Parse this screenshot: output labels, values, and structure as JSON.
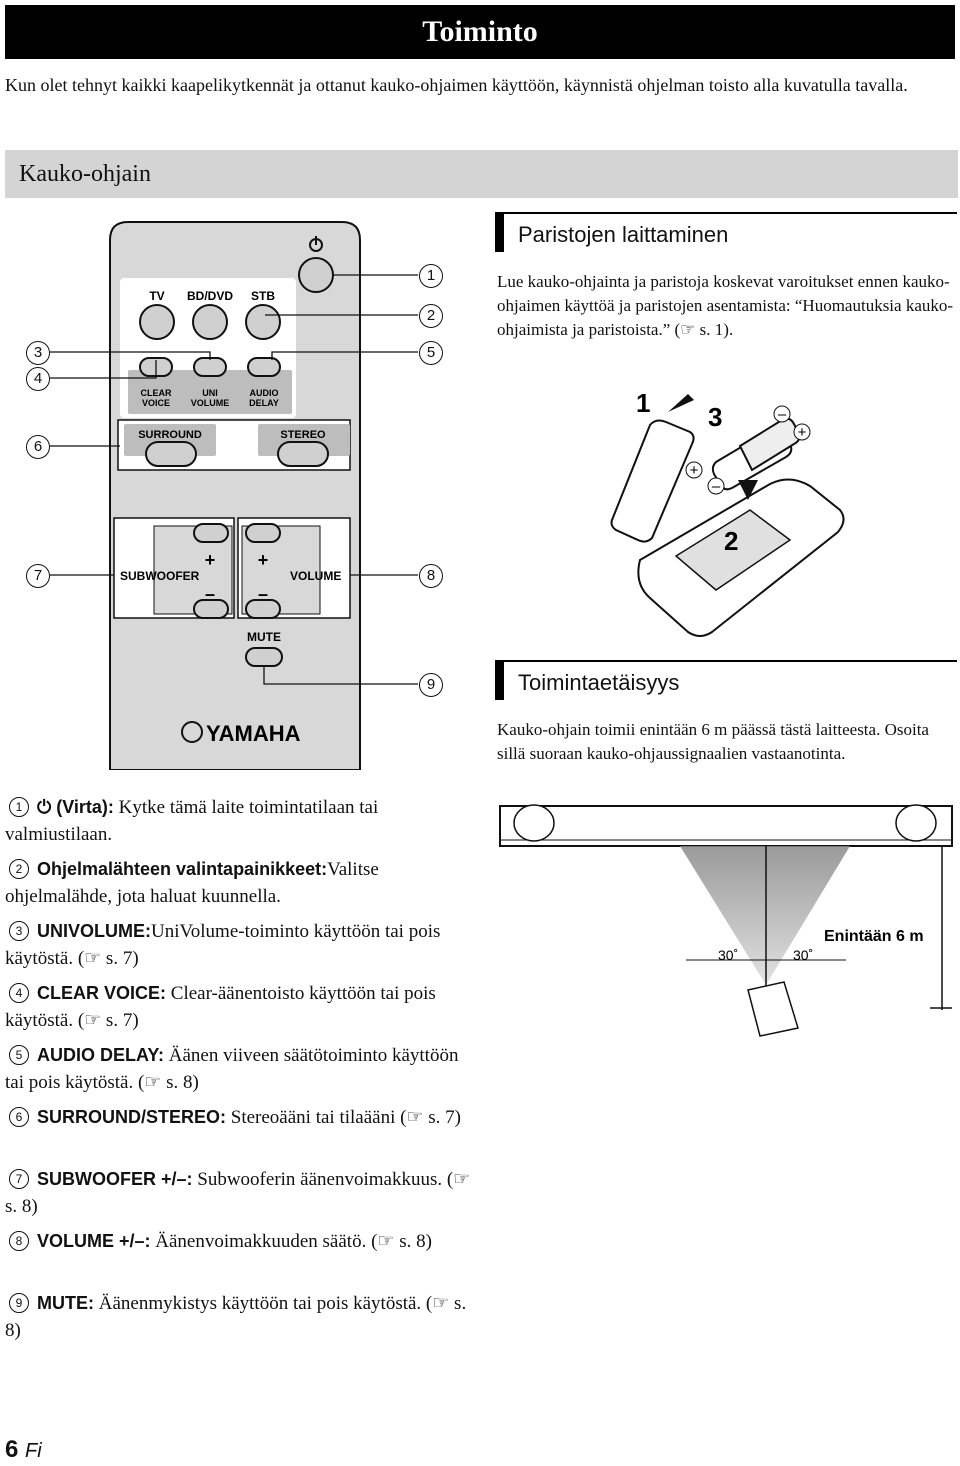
{
  "header": {
    "title": "Toiminto"
  },
  "intro": "Kun olet tehnyt kaikki kaapelikytkennät ja ottanut kauko-ohjaimen käyttöön, käynnistä ohjelman toisto alla kuvatulla tavalla.",
  "section": {
    "title": "Kauko-ohjain"
  },
  "remote": {
    "labels": {
      "tv": "TV",
      "bd": "BD/DVD",
      "stb": "STB",
      "clear": "CLEAR",
      "voice": "VOICE",
      "uni": "UNI",
      "volume_small": "VOLUME",
      "audio": "AUDIO",
      "delay": "DELAY",
      "surround": "SURROUND",
      "stereo": "STEREO",
      "subwoofer": "SUBWOOFER",
      "volume": "VOLUME",
      "plus": "+",
      "minus": "–",
      "mute": "MUTE",
      "brand": "YAMAHA"
    },
    "callouts": [
      "1",
      "2",
      "3",
      "4",
      "5",
      "6",
      "7",
      "8",
      "9"
    ]
  },
  "batteries": {
    "title": "Paristojen laittaminen",
    "text": "Lue kauko-ohjainta ja paristoja koskevat varoitukset ennen kauko-ohjaimen käyttöä ja paristojen asentamista: “Huomautuksia kauko-ohjaimista ja paristoista.” (☞ s. 1).",
    "steps": [
      "1",
      "2",
      "3"
    ],
    "plus": "+",
    "minus": "–"
  },
  "range": {
    "title": "Toimintaetäisyys",
    "text": "Kauko-ohjain toimii enintään 6 m päässä tästä laitteesta. Osoita sillä suoraan kauko-ohjaussignaalien vastaanotinta.",
    "angle_left": "30˚",
    "angle_right": "30˚",
    "distance": "Enintään 6 m"
  },
  "legend": [
    {
      "num": "1",
      "term": "⏻ (Virta):",
      "desc": " Kytke tämä laite toimintatilaan tai valmiustilaan."
    },
    {
      "num": "2",
      "term": "Ohjelmalähteen valintapainikkeet:",
      "desc": "Valitse ohjelmalähde, jota haluat kuunnella."
    },
    {
      "num": "3",
      "term": "UNIVOLUME:",
      "desc": "UniVolume-toiminto käyttöön tai pois käytöstä. (☞ s. 7)"
    },
    {
      "num": "4",
      "term": "CLEAR VOICE:",
      "desc": " Clear-äänentoisto käyttöön tai pois käytöstä. (☞ s. 7)"
    },
    {
      "num": "5",
      "term": "AUDIO DELAY:",
      "desc": " Äänen viiveen säätötoiminto käyttöön tai pois käytöstä. (☞ s. 8)"
    },
    {
      "num": "6",
      "term": "SURROUND/STEREO:",
      "desc": " Stereoääni tai tilaääni (☞ s. 7)"
    },
    {
      "num": "7",
      "term": "SUBWOOFER +/–:",
      "desc": " Subwooferin äänenvoimakkuus. (☞ s. 8)"
    },
    {
      "num": "8",
      "term": "VOLUME +/–:",
      "desc": " Äänenvoimakkuuden säätö. (☞ s. 8)"
    },
    {
      "num": "9",
      "term": "MUTE:",
      "desc": " Äänenmykistys käyttöön tai pois käytöstä. (☞ s. 8)"
    }
  ],
  "footer": {
    "page": "6",
    "lang": "Fi"
  }
}
